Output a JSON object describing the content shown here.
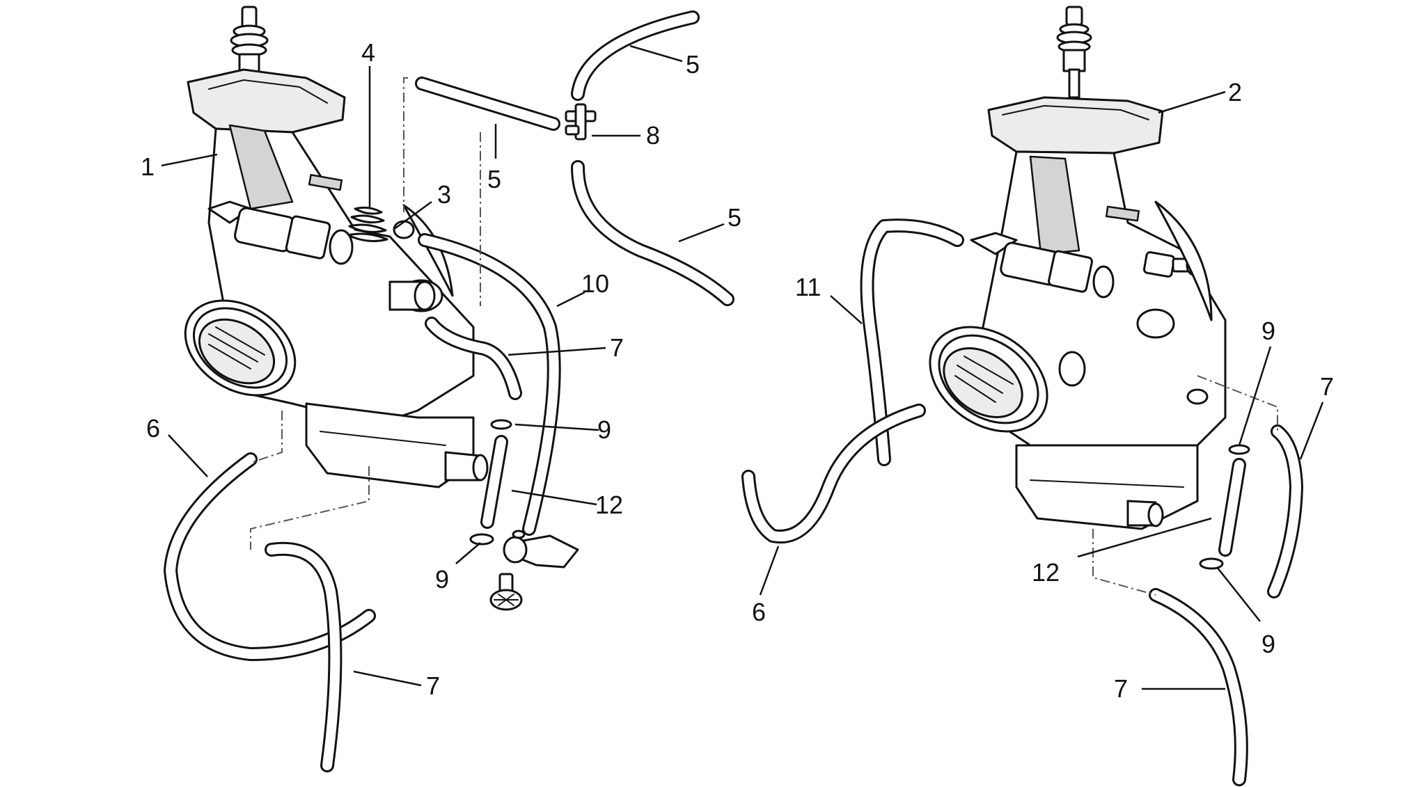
{
  "callouts": {
    "left_body": "1",
    "right_body": "2",
    "spring": "3",
    "needle": "4",
    "hose_5_top_right": "5",
    "hose_5_center": "5",
    "hose_5_lower": "5",
    "hose_6_left": "6",
    "hose_6_right": "6",
    "hose_7_left_mid": "7",
    "hose_7_left_bottom": "7",
    "hose_7_right_top": "7",
    "hose_7_right_bottom": "7",
    "tee_fitting": "8",
    "clamp_9_left_upper": "9",
    "clamp_9_left_lower": "9",
    "clamp_9_right_upper": "9",
    "clamp_9_right_lower": "9",
    "cable_10": "10",
    "hose_11": "11",
    "hose_12_left": "12",
    "hose_12_right": "12"
  }
}
